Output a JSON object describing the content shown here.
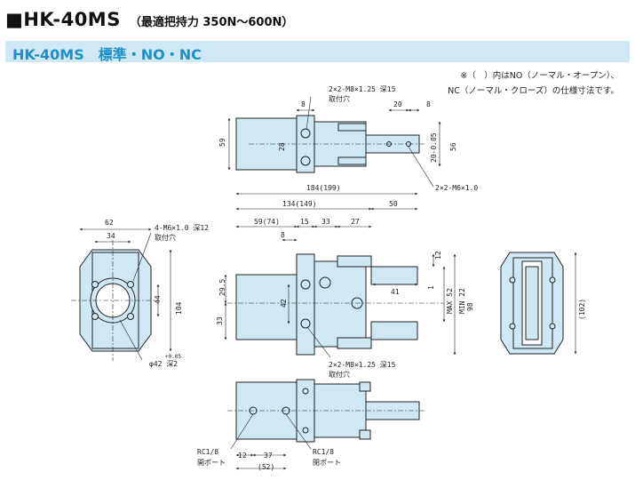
{
  "title": {
    "main": "■HK-40MS",
    "sub": "（最適把持力 350N〜600N）"
  },
  "subtitle": "HK-40MS　標準・NO・NC",
  "note": {
    "line1": "※（　）内はNO（ノーマル・オープン）、",
    "line2": "NC（ノーマル・クローズ）の仕様寸法です。"
  },
  "colors": {
    "body_fill": "#cfe8f4",
    "outline": "#222222",
    "accent": "#1e8fc7"
  },
  "top_view": {
    "d_8": "8",
    "d_20": "20",
    "d_8b": "8",
    "d_59": "59",
    "d_28": "28",
    "d_20tol": "20-0.05",
    "d_20tol_b": "0",
    "d_56": "56",
    "callout_m8": "2×2-M8×1.25 深15",
    "callout_m8_b": "取付穴",
    "callout_m6": "2×2-M6×1.0"
  },
  "side_view": {
    "d_184": "184(199)",
    "d_134": "134(149)",
    "d_50": "50",
    "d_59": "59(74)",
    "d_15": "15",
    "d_33": "33",
    "d_27": "27",
    "d_8": "8",
    "d_12": "12",
    "d_41": "41",
    "d_1": "1",
    "d_max": "MAX 52",
    "d_min": "MIN 22",
    "d_98": "98",
    "d_29_5": "29.5",
    "d_42": "42",
    "d_33v": "33",
    "callout_m8": "2×2-M8×1.25 深15",
    "callout_m8_b": "取付穴"
  },
  "end_view": {
    "d_62": "62",
    "d_34": "34",
    "d_44": "44",
    "d_104": "104",
    "callout_m6": "4-M6×1.0 深12",
    "callout_m6_b": "取付穴",
    "callout_phi": "φ42  深2",
    "callout_phi_tol": "+0.05",
    "callout_phi_tol_b": "0"
  },
  "right_view": {
    "d_102": "(102)"
  },
  "bottom_view": {
    "d_12": "12",
    "d_37": "37",
    "d_52": "(52)",
    "port_left": "RC1/8",
    "port_left_b": "開ポート",
    "port_right": "RC1/8",
    "port_right_b": "閉ポート"
  }
}
